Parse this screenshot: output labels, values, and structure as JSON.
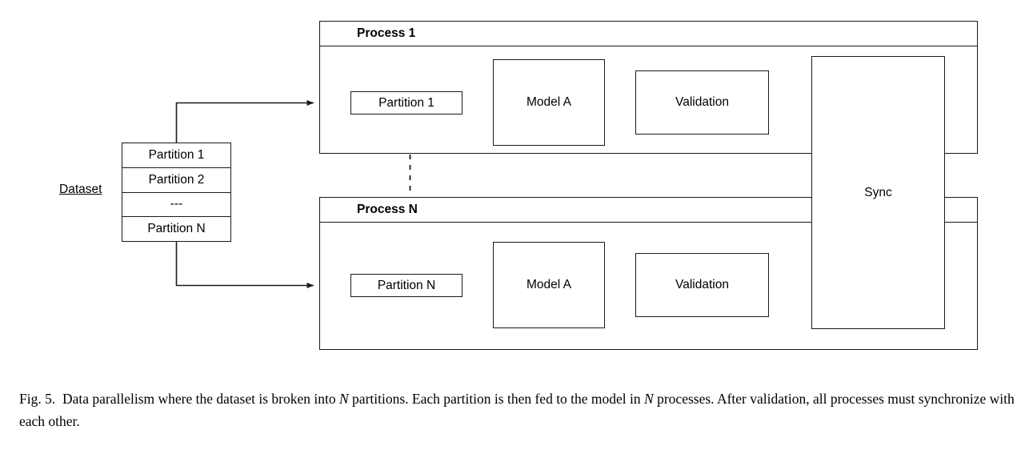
{
  "figure": {
    "dataset": {
      "label": "Dataset",
      "partitions": [
        "Partition 1",
        "Partition 2",
        "---",
        "Partition N"
      ]
    },
    "processes": [
      {
        "header": "Process 1",
        "partition": "Partition 1",
        "model": "Model A",
        "validation": "Validation"
      },
      {
        "header": "Process N",
        "partition": "Partition N",
        "model": "Model A",
        "validation": "Validation"
      }
    ],
    "sync": {
      "label": "Sync"
    },
    "caption": {
      "figure_number": "Fig. 5.",
      "text_part_1": "Data parallelism where the dataset is broken into",
      "symbol_1": "N",
      "text_part_2": "partitions. Each partition is then fed to the model in",
      "symbol_2": "N",
      "text_part_3": "processes. After validation, all processes must synchronize with each other."
    },
    "colors": {
      "stroke": "#1a1a1a",
      "background": "#ffffff",
      "text": "#000000"
    }
  }
}
